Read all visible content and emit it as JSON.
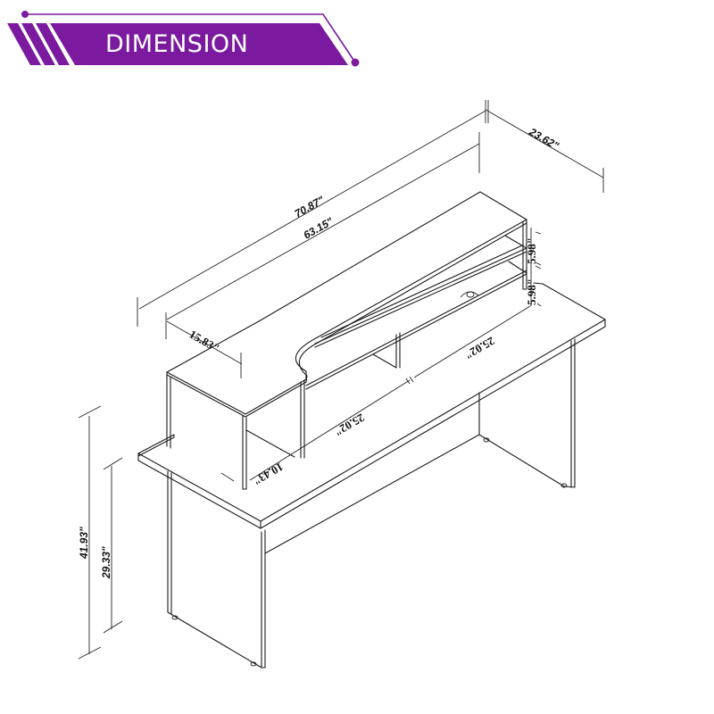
{
  "banner": {
    "title": "DIMENSION",
    "color": "#7B1A9E"
  },
  "product": "L-shaped desk with raised two-tier shelf (isometric line drawing)",
  "dimensions": {
    "overall_length": "70.87\"",
    "shelf_length": "63.15\"",
    "overall_depth": "23.62\"",
    "shelf_depth": "15.83\"",
    "upper_shelf_height": "5.98\"",
    "lower_shelf_height": "5.98\"",
    "shelf_span_right": "25.02\"",
    "shelf_span_left": "25.02\"",
    "side_box_width": "10.43\"",
    "total_height": "41.93\"",
    "desk_height": "29.33\""
  }
}
